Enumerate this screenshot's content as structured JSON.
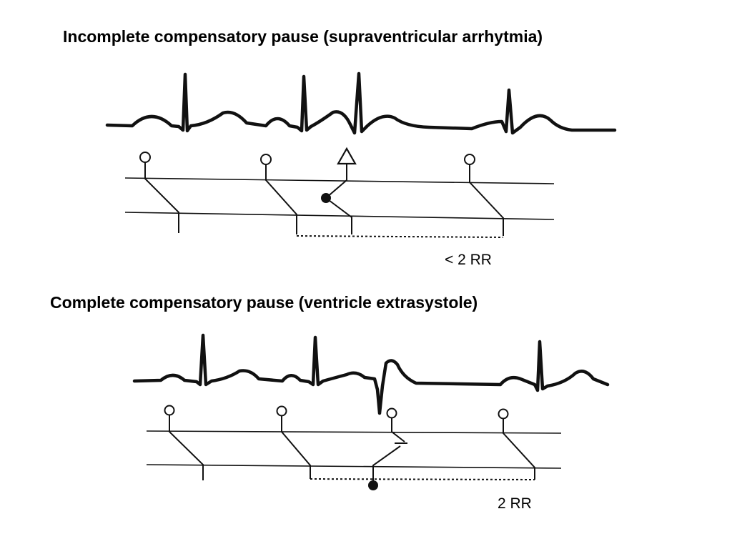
{
  "panels": {
    "top": {
      "title": "Incomplete compensatory pause (supraventricular arrhytmia)",
      "interval_label": "< 2 RR"
    },
    "bottom": {
      "title": "Complete compensatory pause (ventricle extrasystole)",
      "interval_label": "2 RR"
    }
  },
  "colors": {
    "ink": "#111111",
    "background": "#ffffff"
  },
  "icons": {
    "sinus_impulse": "open-circle",
    "ectopic_focus": "filled-circle",
    "retrograde_conduction": "open-triangle-arrow"
  }
}
